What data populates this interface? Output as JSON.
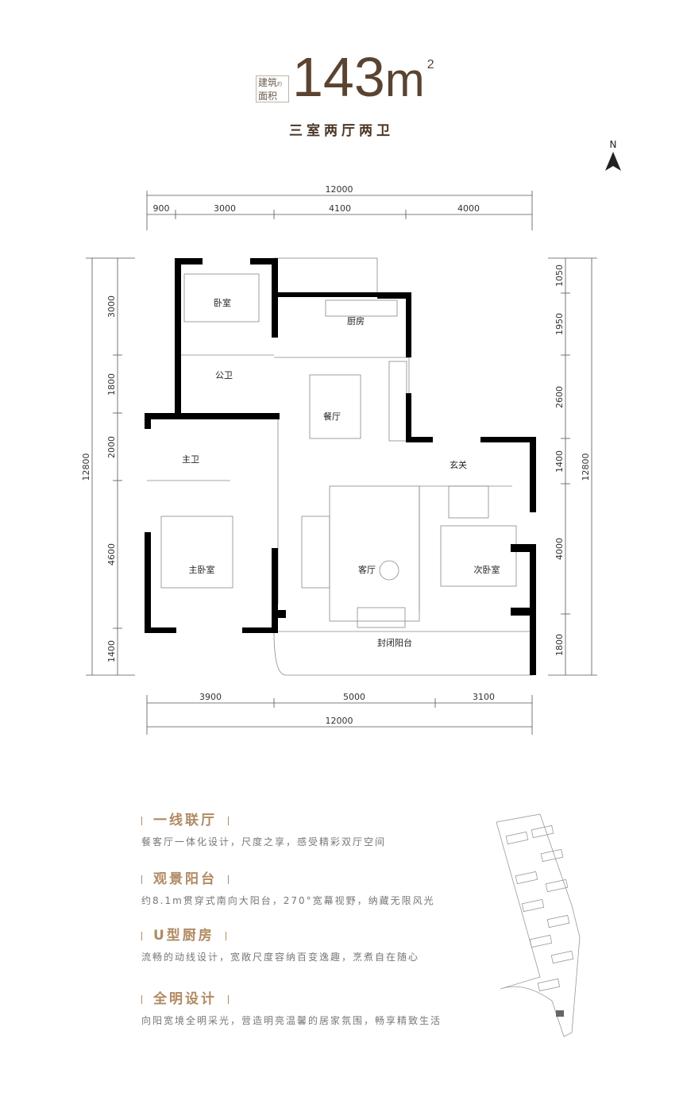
{
  "header": {
    "area_badge_line1": "建筑",
    "area_badge_small": "约",
    "area_badge_line2": "面积",
    "area_number": "143",
    "area_unit": "m",
    "area_sup": "2",
    "layout": "三室两厅两卫"
  },
  "compass": {
    "label": "N",
    "icon": "north-arrow-icon"
  },
  "dimensions": {
    "top_total": "12000",
    "top_segments": [
      "900",
      "3000",
      "4100",
      "4000"
    ],
    "bottom_segments": [
      "3900",
      "5000",
      "3100"
    ],
    "bottom_total": "12000",
    "left_total": "12800",
    "left_segments": [
      "3000",
      "1800",
      "2000",
      "4600",
      "1400"
    ],
    "right_total": "12800",
    "right_segments": [
      "1050",
      "1950",
      "2600",
      "1400",
      "4000",
      "1800"
    ]
  },
  "rooms": {
    "bedroom": "卧室",
    "kitchen": "厨房",
    "public_bath": "公卫",
    "dining": "餐厅",
    "master_bath": "主卫",
    "foyer": "玄关",
    "living": "客厅",
    "master_bedroom": "主卧室",
    "second_bedroom": "次卧室",
    "balcony": "封闭阳台"
  },
  "features": [
    {
      "title": "一线联厅",
      "desc": "餐客厅一体化设计，尺度之享，感受精彩双厅空间"
    },
    {
      "title": "观景阳台",
      "desc": "约8.1m贯穿式南向大阳台，270°宽幕视野，纳藏无限风光"
    },
    {
      "title": "U型厨房",
      "desc": "流畅的动线设计，宽敞尺度容纳百变逸趣，烹煮自在随心"
    },
    {
      "title": "全明设计",
      "desc": "向阳宽境全明采光，营造明亮温馨的居家氛围，畅享精致生活"
    }
  ],
  "colors": {
    "accent": "#b08a62",
    "title": "#5a4330",
    "wall": "#000000"
  }
}
